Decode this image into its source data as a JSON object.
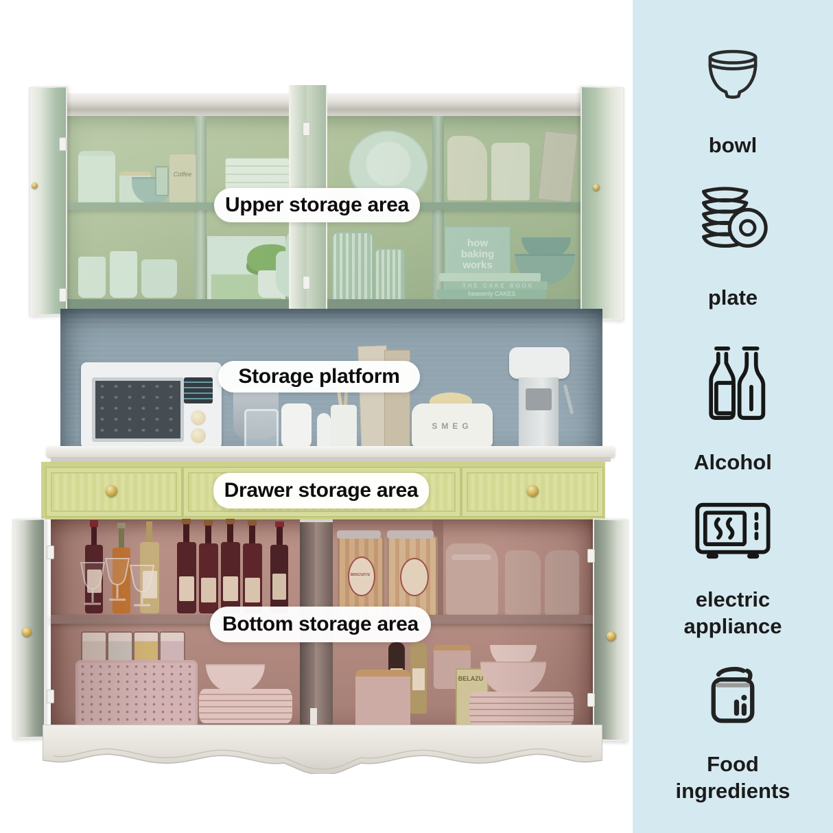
{
  "annotations": {
    "upper": "Upper storage area",
    "platform": "Storage platform",
    "drawer": "Drawer storage area",
    "bottom": "Bottom storage area"
  },
  "sidebar": {
    "background": "#d5eaf0",
    "items": [
      {
        "icon": "bowl-icon",
        "label": "bowl"
      },
      {
        "icon": "plate-icon",
        "label": "plate"
      },
      {
        "icon": "alcohol-icon",
        "label": "Alcohol"
      },
      {
        "icon": "microwave-icon",
        "label": "electric appliance"
      },
      {
        "icon": "food-ingredients-icon",
        "label": "Food ingredients"
      }
    ]
  },
  "photo_texts": {
    "toaster_brand": "SMEG",
    "coffee_bag": "Coffee",
    "baking_book": "how baking works",
    "cake_book_spine": "THE CAKE BOOK",
    "heavenly_book_spine": "heavenly CAKES",
    "biscuit_jar_label": "BISCUITS",
    "oil_box_brand": "BELAZU"
  },
  "colors": {
    "upper_tint": "#b2c098",
    "platform_back": "#92a5b0",
    "drawer_front": "#dade9e",
    "bottom_tint": "#b9968c",
    "frame_whitewash": "#e9e7e2",
    "label_pill": "#ffffff",
    "text": "#141414"
  }
}
